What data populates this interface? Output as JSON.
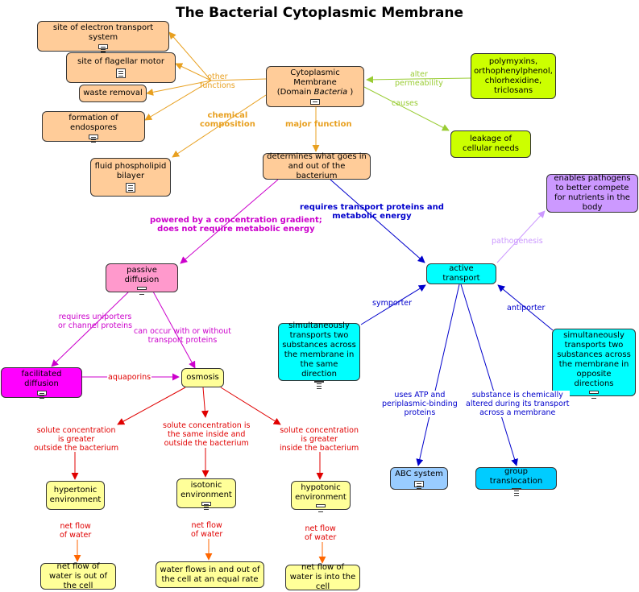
{
  "title": "The Bacterial Cytoplasmic Membrane",
  "colors": {
    "orange_fill": "#ffcc99",
    "lime_fill": "#ccff00",
    "cyan_fill": "#00ffff",
    "purple_fill": "#cc99ff",
    "pink_fill": "#ff99cc",
    "magenta_fill": "#ff00ff",
    "yellow_fill": "#ffff99",
    "blue_fill": "#99ccff",
    "skyblue_fill": "#00ccff",
    "orange_line": "#e8a020",
    "lime_line": "#99cc33",
    "purple_line": "#cc99ff",
    "magenta_line": "#cc00cc",
    "blue_line": "#0000cc",
    "red_line": "#e00000",
    "dark_orange_line": "#ff6600"
  },
  "nodes": {
    "etc": "site of electron transport system",
    "flagellar": "site of flagellar motor",
    "waste": "waste removal",
    "endospores": "formation of endospores",
    "fluid": "fluid phospholipid bilayer",
    "cm_line1": "Cytoplasmic Membrane",
    "cm_line2_pre": "(Domain ",
    "cm_line2_em": "Bacteria",
    "cm_line2_post": " )",
    "polymyxins": "polymyxins, orthophenylphenol, chlorhexidine, triclosans",
    "leakage": "leakage of cellular needs",
    "determines": "determines what goes in and out of the bacterium",
    "enables": "enables pathogens to better compete for nutrients in the body",
    "passive": "passive diffusion",
    "active": "active transport",
    "symporter_box": "simultaneously transports two substances across the membrane in the same direction",
    "antiporter_box": "simultaneously transports two substances across the membrane in opposite directions",
    "facilitated": "facilitated diffusion",
    "osmosis": "osmosis",
    "hypertonic": "hypertonic environment",
    "isotonic": "isotonic environment",
    "hypotonic": "hypotonic environment",
    "abc": "ABC system",
    "group": "group translocation",
    "out_cell": "net flow of water is out of the cell",
    "equal": "water flows in and out of the cell at an equal rate",
    "into_cell": "net flow of water is into the cell"
  },
  "labels": {
    "other_functions": "other\nfunctions",
    "chemical_composition": "chemical\ncomposition",
    "major_function": "major function",
    "alter_permeability": "alter\npermeability",
    "causes": "causes",
    "powered": "powered by a concentration gradient;\ndoes not require metabolic energy",
    "requires_transport": "requires transport proteins and\nmetabolic energy",
    "pathogenesis": "pathogenesis",
    "requires_uniporters": "requires uniporters\nor channel proteins",
    "can_occur": "can occur with or without\ntransport proteins",
    "symporter": "symporter",
    "antiporter": "antiporter",
    "aquaporins": "aquaporins",
    "uses_atp": "uses ATP and\nperiplasmic-binding\nproteins",
    "chemically_altered": "substance is chemically\naltered during its transport\nacross a membrane",
    "solute_greater_outside": "solute concentration\nis greater\noutside the bacterium",
    "solute_same": "solute concentration is\nthe same inside and\noutside the bacterium",
    "solute_greater_inside": "solute concentration\nis greater\ninside the bacterium",
    "net_flow_1": "net flow\nof water",
    "net_flow_2": "net flow\nof water",
    "net_flow_3": "net flow\nof water"
  }
}
